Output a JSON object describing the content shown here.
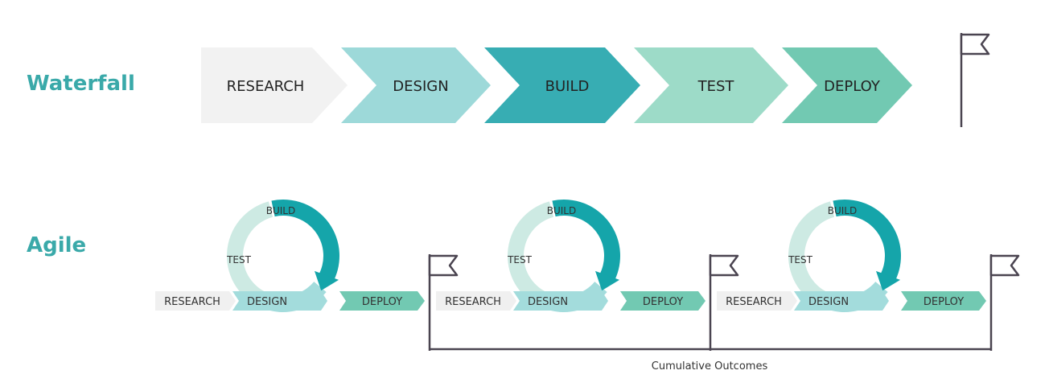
{
  "labels": {
    "waterfall": "Waterfall",
    "agile": "Agile",
    "cumulative": "Cumulative Outcomes"
  },
  "waterfall_steps": [
    {
      "label": "RESEARCH",
      "color": "#f2f2f2"
    },
    {
      "label": "DESIGN",
      "color": "#9dd9d9"
    },
    {
      "label": "BUILD",
      "color": "#37adb3"
    },
    {
      "label": "TEST",
      "color": "#9ddbc8"
    },
    {
      "label": "DEPLOY",
      "color": "#72c9b2"
    }
  ],
  "agile_cycles": [
    {
      "research": "RESEARCH",
      "design": "DESIGN",
      "build": "BUILD",
      "test": "TEST",
      "deploy": "DEPLOY"
    },
    {
      "research": "RESEARCH",
      "design": "DESIGN",
      "build": "BUILD",
      "test": "TEST",
      "deploy": "DEPLOY"
    },
    {
      "research": "RESEARCH",
      "design": "DESIGN",
      "build": "BUILD",
      "test": "TEST",
      "deploy": "DEPLOY"
    }
  ],
  "colors": {
    "heading": "#3aa9a9",
    "flag": "#4a4450",
    "build_ring": "#15a5aa",
    "test_ring": "#cdeae3",
    "design_ring": "#a3dcdc",
    "research_box": "#f0f0f0",
    "design_box": "#a3dcdc",
    "deploy_box": "#72c9b2"
  }
}
